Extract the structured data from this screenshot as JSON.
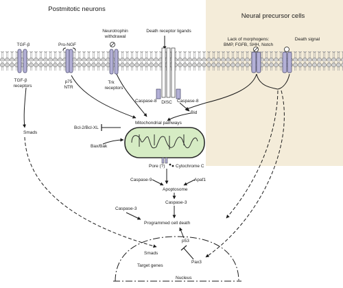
{
  "headers": {
    "left": "Postmitotic neurons",
    "right": "Neural precursor cells"
  },
  "labels": {
    "tgf_beta": "TGF-β",
    "pro_ngf": "Pro-NGF",
    "neurotrophin_withdrawal_1": "Neurotrophin",
    "neurotrophin_withdrawal_2": "withdrawal",
    "death_receptor_ligands": "Death receptor ligands",
    "lack_morphogens_1": "Lack of morphogens:",
    "lack_morphogens_2": "BMP, FGFB, SHH, Notch",
    "death_signal": "Death signal",
    "tgf_beta_receptors_1": "TGF-β",
    "tgf_beta_receptors_2": "receptors",
    "p75_1": "p75",
    "p75_2": "NTR",
    "trk_receptors_1": "Trk",
    "trk_receptors_2": "receptors",
    "caspase8_left": "Caspase-8",
    "disc": "DISC",
    "caspase8_right": "Caspase-8",
    "bid": "Bid",
    "mitochondrial_pathways": "Mitochondrial pathways",
    "bcl2": "Bcl-2/Bcl-XL",
    "bax_bak": "Bax/Bak",
    "smads_left": "Smads",
    "pore": "Pore (?)",
    "cytochrome_c": "Cytochrome C",
    "caspase9": "Caspase-9",
    "apaf1": "Apaf1",
    "apoptosome": "Apoptosome",
    "caspase3_center": "Caspase-3",
    "caspase3_left": "Caspase-3",
    "programmed_cell_death": "Programmed cell death",
    "smads_nucleus": "Smads",
    "p53": "p53",
    "target_genes": "Target genes",
    "pax3": "Pax3",
    "nucleus": "Nucleus"
  },
  "colors": {
    "precursor_panel": "#f4ecd9",
    "receptor": "#b3b0d6",
    "mitochondrion": "#d6ecc4",
    "membrane_head": "#cfcfcf"
  }
}
